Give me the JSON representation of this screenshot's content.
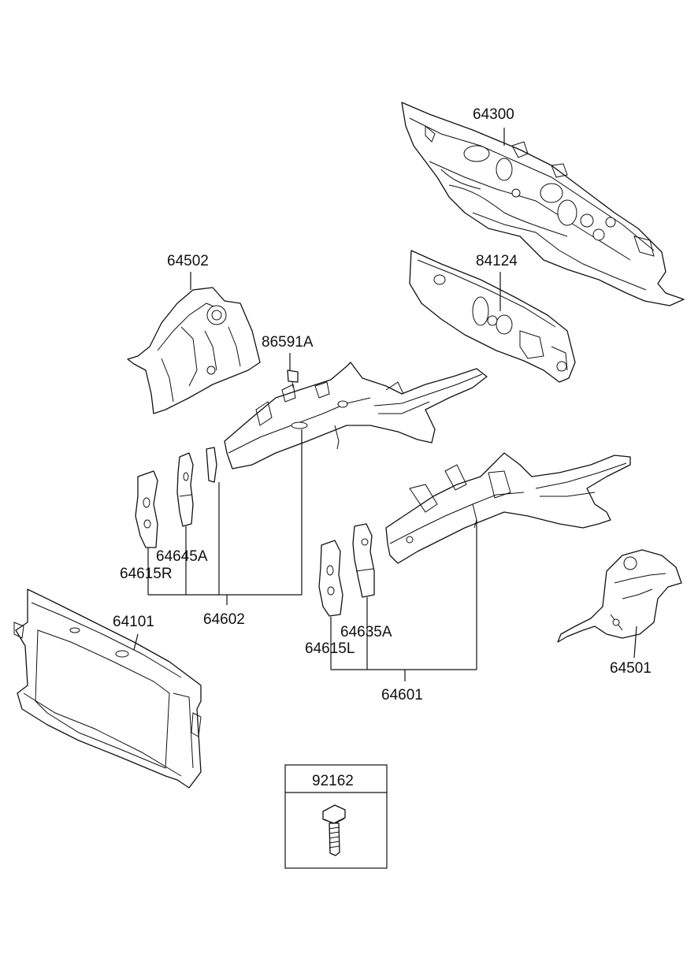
{
  "labels": {
    "p64300": "64300",
    "p84124": "84124",
    "p64502": "64502",
    "p86591A": "86591A",
    "p64645A": "64645A",
    "p64615R": "64615R",
    "p64602": "64602",
    "p64101": "64101",
    "p64635A": "64635A",
    "p64615L": "64615L",
    "p64601": "64601",
    "p64501": "64501",
    "p92162": "92162"
  }
}
